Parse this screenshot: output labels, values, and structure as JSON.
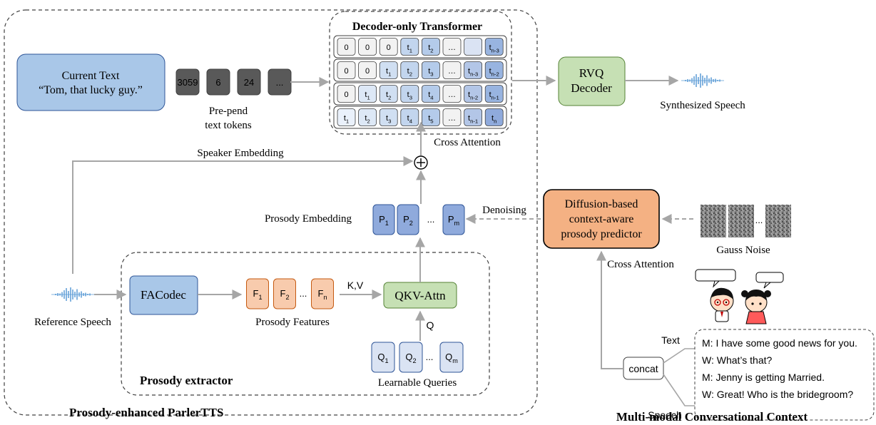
{
  "current_text": {
    "heading": "Current Text",
    "quote": "“Tom, that lucky guy.”"
  },
  "text_tokens": {
    "values": [
      "3059",
      "6",
      "24",
      "..."
    ],
    "caption_line1": "Pre-pend",
    "caption_line2": "text tokens"
  },
  "transformer": {
    "title": "Decoder-only Transformer",
    "rows": [
      [
        "0",
        "0",
        "0",
        "t1",
        "t2",
        "…",
        "",
        "tn-3"
      ],
      [
        "0",
        "0",
        "t1",
        "t2",
        "t3",
        "…",
        "tn-3",
        "tn-2"
      ],
      [
        "0",
        "t1",
        "t2",
        "t3",
        "t4",
        "…",
        "tn-2",
        "tn-1"
      ],
      [
        "t1",
        "t2",
        "t3",
        "t4",
        "t5",
        "…",
        "tn-1",
        "tn"
      ]
    ]
  },
  "cross_attention_top": "Cross Attention",
  "rvq_decoder": {
    "line1": "RVQ",
    "line2": "Decoder"
  },
  "synthesized_speech": "Synthesized Speech",
  "speaker_embedding": "Speaker Embedding",
  "prosody_embedding": {
    "label": "Prosody Embedding",
    "tokens": [
      "P1",
      "P2",
      "...",
      "Pm"
    ]
  },
  "denoising": "Denoising",
  "diffusion_predictor": {
    "line1": "Diffusion-based",
    "line2": "context-aware",
    "line3": "prosody predictor"
  },
  "gauss_noise": {
    "label": "Gauss Noise",
    "ellipsis": "..."
  },
  "cross_attention_right": "Cross Attention",
  "reference_speech": "Reference Speech",
  "facodec": "FACodec",
  "prosody_features": {
    "label": "Prosody Features",
    "tokens": [
      "F1",
      "F2",
      "...",
      "Fn"
    ]
  },
  "kv_label": "K,V",
  "qkv_attn": "QKV-Attn",
  "q_label": "Q",
  "learnable_queries": {
    "label": "Learnable Queries",
    "tokens": [
      "Q1",
      "Q2",
      "...",
      "Qm"
    ]
  },
  "prosody_extractor": "Prosody extractor",
  "parler_tts": "Prosody-enhanced ParlerTTS",
  "concat": "concat",
  "text_label": "Text",
  "speech_label": "Speech",
  "dialogue": [
    "M: I have some good news for you.",
    "W: What’s that?",
    "M: Jenny is getting Married.",
    "W: Great! Who is the bridegroom?"
  ],
  "multimodal_context": "Multi-modal Conversational Context",
  "colors": {
    "blue_box": "#a9c7e8",
    "token_dark": "#595959",
    "rvq_green": "#c6e0b4",
    "diffusion_orange": "#f4b183",
    "feature_peach": "#f8cbad",
    "prosody_blue": "#8faadc",
    "query_light": "#dae3f3",
    "arrow_gray": "#a6a6a6"
  }
}
